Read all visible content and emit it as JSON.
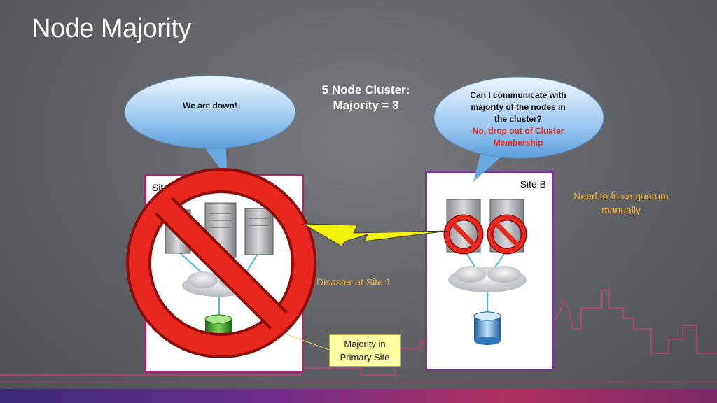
{
  "slide": {
    "title": "Node Majority",
    "cluster_title_line1": "5 Node Cluster:",
    "cluster_title_line2": "Majority = 3"
  },
  "site_a": {
    "label": "Site A",
    "bubble_text": "We are down!",
    "servers": 3,
    "status": "down",
    "storage_color": "#3c9a2a"
  },
  "site_b": {
    "label": "Site B",
    "bubble_line1": "Can I communicate with",
    "bubble_line2": "majority of the nodes in",
    "bubble_line3": "the cluster?",
    "bubble_answer_line1": "No, drop out of Cluster",
    "bubble_answer_line2": "Membership",
    "servers": 2,
    "storage_color": "#3a86c8"
  },
  "notes": {
    "force_quorum_line1": "Need to force quorum",
    "force_quorum_line2": "manually",
    "disaster": "Disaster at Site 1",
    "primary_line1": "Majority in",
    "primary_line2": "Primary Site"
  },
  "colors": {
    "accent_text": "#f2b23a",
    "no_symbol_red": "#e8281e",
    "site_a_border": "#a12a6e",
    "site_b_border": "#6f3a8f",
    "link_bolt": "#f5f20a",
    "callout_bg": "#ffffa6"
  }
}
